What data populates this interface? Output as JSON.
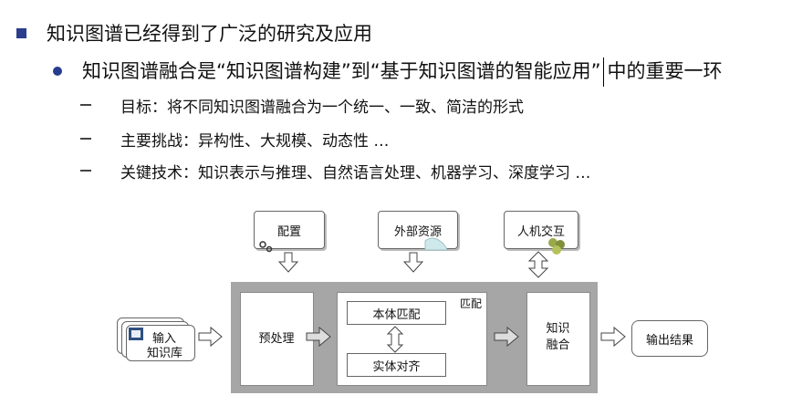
{
  "bullets": {
    "level1": "知识图谱已经得到了广泛的研究及应用",
    "level2_a": "知识图谱融合是“知识图谱构建”到“基于知识图谱的智能应用”",
    "level2_b": "中的重要一环",
    "sub": [
      "目标：将不同知识图谱融合为一个统一、一致、简洁的形式",
      "主要挑战：异构性、大规模、动态性 …",
      "关键技术：知识表示与推理、自然语言处理、机器学习、深度学习 …"
    ]
  },
  "diagram": {
    "config": "配置",
    "external": "外部资源",
    "interaction": "人机交互",
    "input_a": "输入",
    "input_b": "知识库",
    "preprocess": "预处理",
    "match_label": "匹配",
    "ontology_match": "本体匹配",
    "entity_align": "实体对齐",
    "fusion_a": "知识",
    "fusion_b": "融合",
    "output": "输出结果"
  }
}
